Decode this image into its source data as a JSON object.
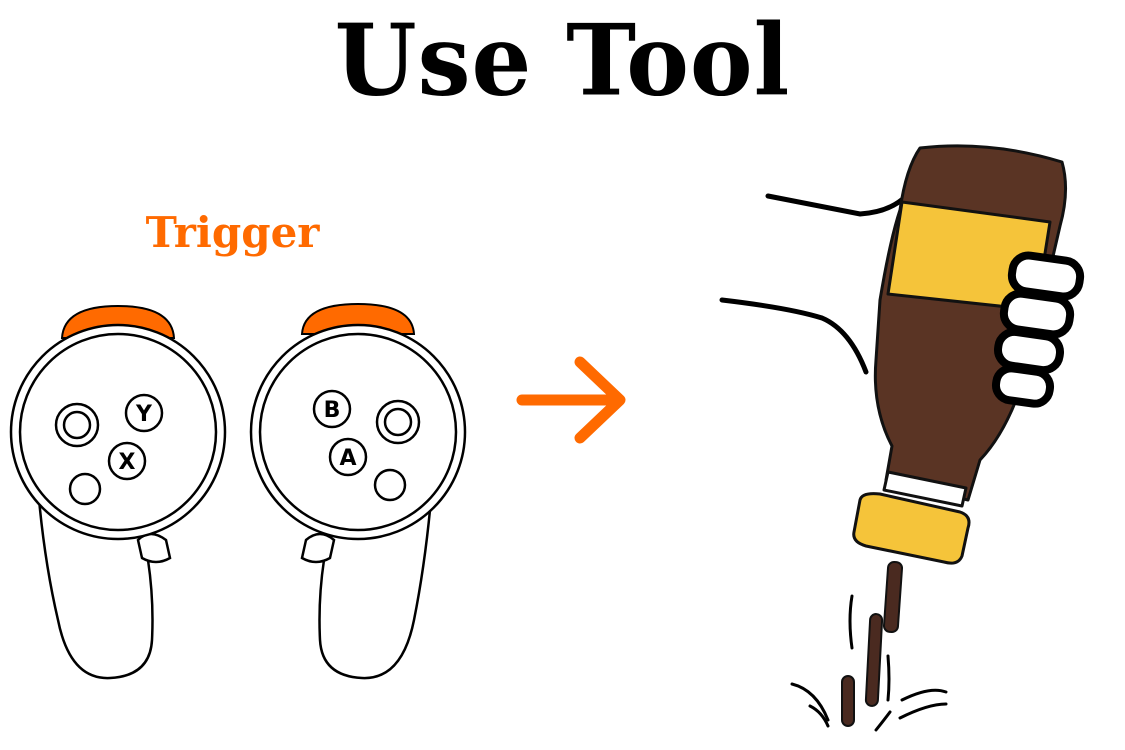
{
  "title": "Use Tool",
  "trigger_label": "Trigger",
  "left_controller": {
    "buttons": [
      "Y",
      "X"
    ]
  },
  "right_controller": {
    "buttons": [
      "B",
      "A"
    ]
  },
  "colors": {
    "accent": "#ff6a00",
    "text": "#000000",
    "bottle_glass": "#5a3424",
    "bottle_label": "#f5c43a",
    "liquid": "#4a2a20"
  },
  "icons": [
    "left-controller-icon",
    "right-controller-icon",
    "arrow-right-icon",
    "bottle-pour-icon",
    "hand-icon"
  ]
}
